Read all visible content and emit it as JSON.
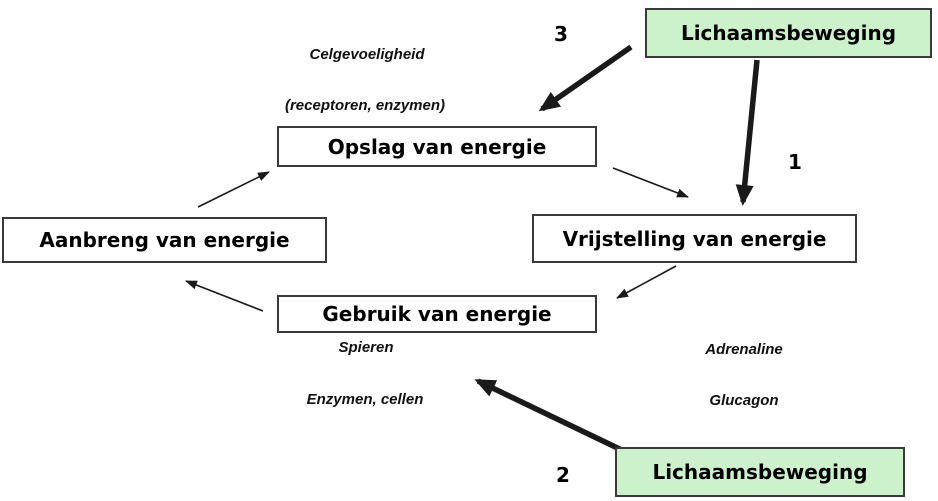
{
  "diagram": {
    "title_context": "energy metabolism cycle",
    "colors": {
      "background": "#ffffff",
      "box_border": "#3a3a3a",
      "green_fill": "#ccf2cc",
      "text": "#000000"
    },
    "boxes": {
      "opslag": "Opslag van energie",
      "vrijstelling": "Vrijstelling van energie",
      "aanbreng": "Aanbreng van energie",
      "gebruik": "Gebruik van energie",
      "lichaamsbeweging_top": "Lichaamsbeweging",
      "lichaamsbeweging_bottom": "Lichaamsbeweging"
    },
    "annotations": {
      "celgevoeligheid": "Celgevoeligheid",
      "receptoren_enzymen": "(receptoren, enzymen)",
      "spieren": "Spieren",
      "enzymen_cellen": "Enzymen, cellen",
      "adrenaline": "Adrenaline",
      "glucagon": "Glucagon"
    },
    "numbers": {
      "step1": "1",
      "step2": "2",
      "step3": "3"
    },
    "arrows": {
      "cycle": [
        {
          "from": "aanbreng",
          "to": "opslag"
        },
        {
          "from": "opslag",
          "to": "vrijstelling"
        },
        {
          "from": "vrijstelling",
          "to": "gebruik"
        },
        {
          "from": "gebruik",
          "to": "aanbreng"
        }
      ],
      "thick": [
        {
          "from": "lichaamsbeweging_top",
          "to": "vrijstelling",
          "number": "1"
        },
        {
          "from": "lichaamsbeweging_bottom",
          "to": "gebruik",
          "number": "2"
        },
        {
          "from": "lichaamsbeweging_top",
          "to": "opslag",
          "number": "3"
        }
      ]
    }
  }
}
